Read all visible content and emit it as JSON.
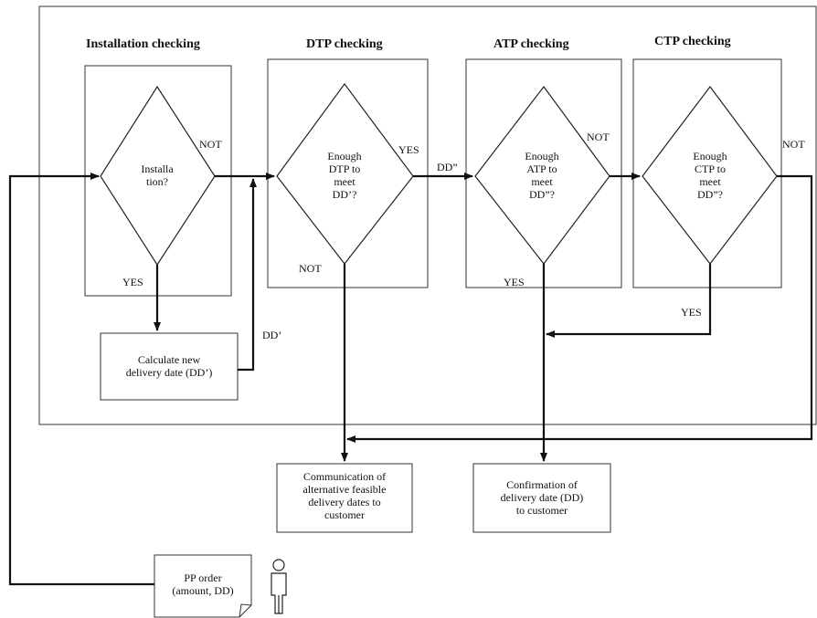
{
  "headers": {
    "installation": "Installation checking",
    "dtp": "DTP checking",
    "atp": "ATP checking",
    "ctp": "CTP checking"
  },
  "decisions": {
    "installation": [
      "Installa",
      "tion?"
    ],
    "dtp": [
      "Enough",
      "DTP to",
      "meet",
      "DD’?"
    ],
    "atp": [
      "Enough",
      "ATP to",
      "meet",
      "DD”?"
    ],
    "ctp": [
      "Enough",
      "CTP to",
      "meet",
      "DD”?"
    ]
  },
  "process_boxes": {
    "calculate": [
      "Calculate new",
      "delivery date (DD’)"
    ],
    "communication": [
      "Communication of",
      "alternative feasible",
      "delivery dates to",
      "customer"
    ],
    "confirmation": [
      "Confirmation of",
      "delivery date (DD)",
      "to customer"
    ],
    "order": [
      "PP order",
      "(amount, DD)"
    ]
  },
  "flow_labels": {
    "install_not": "NOT",
    "install_yes": "YES",
    "dtp_yes": "YES",
    "dtp_not": "NOT",
    "dd_double": "DD”",
    "dd_prime": "DD’",
    "atp_not": "NOT",
    "atp_yes": "YES",
    "ctp_not": "NOT",
    "ctp_yes": "YES"
  }
}
